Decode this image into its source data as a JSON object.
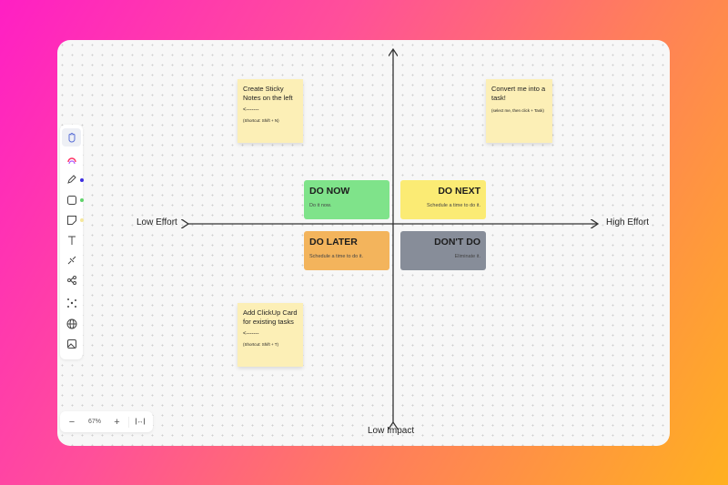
{
  "axes": {
    "left": "Low Effort",
    "right": "High Effort",
    "bottom": "Low Impact"
  },
  "quadrants": [
    {
      "title": "DO NOW",
      "desc": "Do it now.",
      "color": "#7fe38a"
    },
    {
      "title": "DO NEXT",
      "desc": "Schedule a time to do it.",
      "color": "#fbeb74"
    },
    {
      "title": "DO LATER",
      "desc": "Schedule a time to do it.",
      "color": "#f3b45c"
    },
    {
      "title": "DON'T DO",
      "desc": "Eliminate it.",
      "color": "#878d99"
    }
  ],
  "stickies": [
    {
      "title": "Create Sticky Notes on the left",
      "arrow": "<-------",
      "shortcut": "(Shortcut: Shift + N)"
    },
    {
      "title": "Convert me into a task!",
      "shortcut": "(select me, then click + Task)"
    },
    {
      "title": "Add ClickUp Card for existing tasks",
      "arrow": "<-------",
      "shortcut": "(Shortcut: Shift + T)"
    }
  ],
  "toolbar": [
    "hand-icon",
    "ai-icon",
    "pen-icon",
    "shape-icon",
    "sticky-note-icon",
    "text-icon",
    "connector-icon",
    "mindmap-icon",
    "more-icon",
    "globe-icon",
    "image-icon"
  ],
  "zoom": {
    "minus": "−",
    "level": "67%",
    "plus": "+",
    "fit": "|↔|"
  }
}
